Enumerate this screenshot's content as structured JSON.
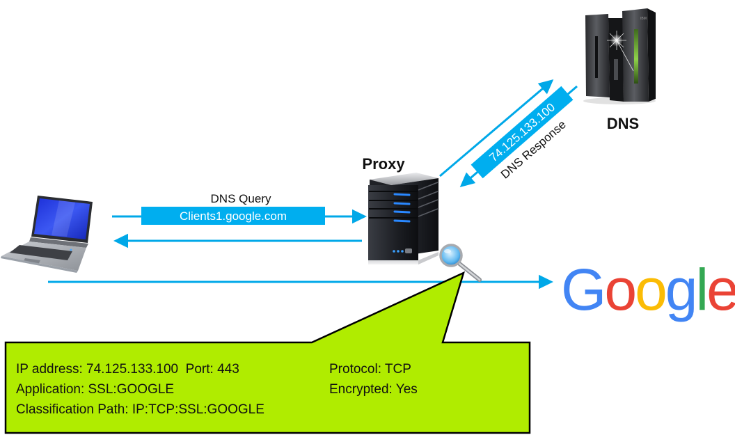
{
  "diagram": {
    "nodes": {
      "client": {
        "label": "",
        "icon": "laptop-icon"
      },
      "proxy": {
        "label": "Proxy",
        "icon": "server-tower-icon"
      },
      "dns": {
        "label": "DNS",
        "icon": "mainframe-server-icon"
      },
      "google": {
        "label": "Google",
        "icon": "google-logo",
        "letters": [
          {
            "char": "G",
            "color": "#4285F4"
          },
          {
            "char": "o",
            "color": "#EA4335"
          },
          {
            "char": "o",
            "color": "#FBBC05"
          },
          {
            "char": "g",
            "color": "#4285F4"
          },
          {
            "char": "l",
            "color": "#34A853"
          },
          {
            "char": "e",
            "color": "#EA4335"
          }
        ]
      }
    },
    "flows": {
      "dns_query": {
        "caption": "DNS Query",
        "value": "Clients1.google.com"
      },
      "dns_response": {
        "caption": "DNS Response",
        "value": "74.125.133.100"
      }
    },
    "inspection": {
      "icon": "magnifier-icon",
      "lines": {
        "ip": "IP address: 74.125.133.100  Port: 443",
        "application": "Application: SSL:GOOGLE",
        "classification": "Classification Path: IP:TCP:SSL:GOOGLE",
        "protocol": "Protocol: TCP",
        "encrypted": "Encrypted: Yes"
      }
    },
    "colors": {
      "flow": "#00A8E8",
      "label_box": "#00AEEF",
      "callout_fill": "#B0EC00",
      "callout_stroke": "#000000"
    }
  }
}
